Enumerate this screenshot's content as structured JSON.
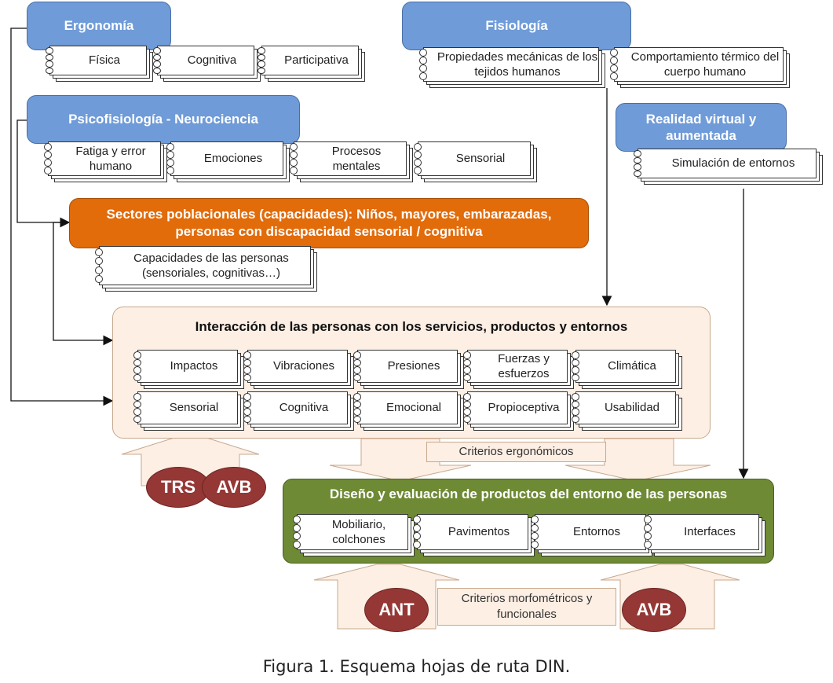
{
  "ergonomia": {
    "title": "Ergonomía",
    "cards": [
      "Física",
      "Cognitiva",
      "Participativa"
    ]
  },
  "fisiologia": {
    "title": "Fisiología",
    "cards": [
      "Propiedades mecánicas de los tejidos humanos",
      "Comportamiento térmico del cuerpo humano"
    ]
  },
  "psicofisiologia": {
    "title": "Psicofisiología - Neurociencia",
    "cards": [
      "Fatiga y error humano",
      "Emociones",
      "Procesos mentales",
      "Sensorial"
    ]
  },
  "realidad": {
    "title": "Realidad virtual y aumentada",
    "cards": [
      "Simulación de entornos"
    ]
  },
  "sectores": {
    "title_line1": "Sectores poblacionales (capacidades): Niños, mayores, embarazadas,",
    "title_line2": "personas con discapacidad sensorial / cognitiva",
    "cards": [
      "Capacidades de las personas (sensoriales, cognitivas…)"
    ]
  },
  "interaccion": {
    "title": "Interacción de las personas con los servicios, productos y entornos",
    "row1": [
      "Impactos",
      "Vibraciones",
      "Presiones",
      "Fuerzas y esfuerzos",
      "Climática"
    ],
    "row2": [
      "Sensorial",
      "Cognitiva",
      "Emocional",
      "Propioceptiva",
      "Usabilidad"
    ]
  },
  "criterios_ergonomicos": "Criterios ergonómicos",
  "diseno": {
    "title": "Diseño y evaluación de productos del entorno de las personas",
    "cards": [
      "Mobiliario, colchones",
      "Pavimentos",
      "Entornos",
      "Interfaces"
    ]
  },
  "criterios_morfometricos": "Criterios morfométricos y funcionales",
  "badges": {
    "trs": "TRS",
    "avb_top": "AVB",
    "ant": "ANT",
    "avb_bottom": "AVB"
  },
  "caption": "Figura 1. Esquema hojas de ruta DIN.",
  "colors": {
    "blue": "#6f9bd8",
    "orange": "#e26b0a",
    "beige": "#fdefe4",
    "green": "#6e8a34",
    "badge": "#953735"
  }
}
